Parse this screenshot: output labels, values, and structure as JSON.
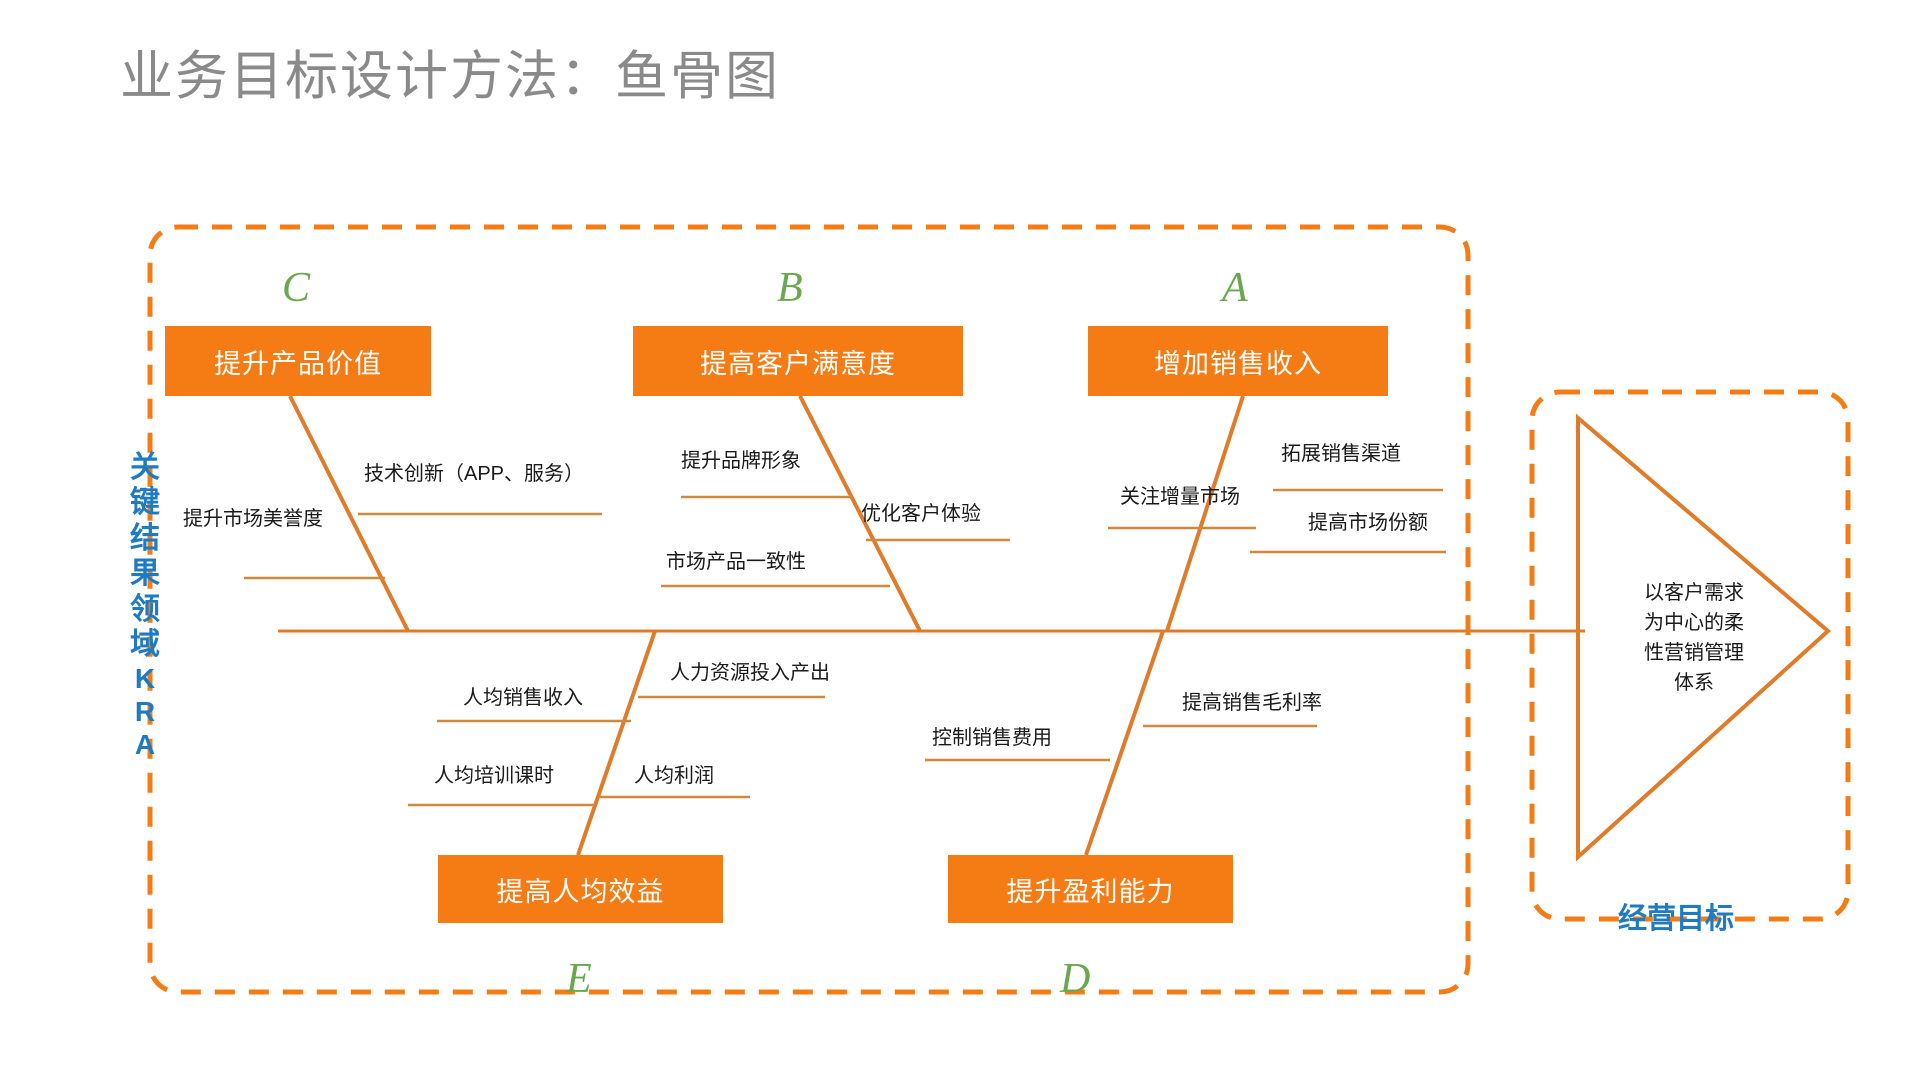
{
  "title": "业务目标设计方法：鱼骨图",
  "colors": {
    "orange": "#f57c14",
    "orange_line": "#e07b2a",
    "thin_line": "#d0883f",
    "green": "#6aa84f",
    "blue": "#1f7bc1",
    "title_gray": "#8a8a8a",
    "text": "#1a1a1a"
  },
  "side_label": {
    "chars": [
      "关",
      "键",
      "结",
      "果",
      "领",
      "域"
    ],
    "letters": [
      "K",
      "R",
      "A"
    ]
  },
  "spine": {
    "head_label": "经营目标",
    "head_text_lines": [
      "以客户需求",
      "为中心的柔",
      "性营销管理",
      "体系"
    ]
  },
  "bones": [
    {
      "id": "C",
      "letter": "C",
      "box_label": "提升产品价值",
      "side": "top",
      "causes": [
        "技术创新（APP、服务）",
        "提升市场美誉度"
      ]
    },
    {
      "id": "B",
      "letter": "B",
      "box_label": "提高客户满意度",
      "side": "top",
      "causes": [
        "提升品牌形象",
        "优化客户体验",
        "市场产品一致性"
      ]
    },
    {
      "id": "A",
      "letter": "A",
      "box_label": "增加销售收入",
      "side": "top",
      "causes": [
        "拓展销售渠道",
        "关注增量市场",
        "提高市场份额"
      ]
    },
    {
      "id": "E",
      "letter": "E",
      "box_label": "提高人均效益",
      "side": "bottom",
      "causes": [
        "人力资源投入产出",
        "人均销售收入",
        "人均培训课时",
        "人均利润"
      ]
    },
    {
      "id": "D",
      "letter": "D",
      "box_label": "提升盈利能力",
      "side": "bottom",
      "causes": [
        "提高销售毛利率",
        "控制销售费用"
      ]
    }
  ],
  "cause_labels": {
    "c_tech": "技术创新（APP、服务）",
    "c_reputation": "提升市场美誉度",
    "b_brand": "提升品牌形象",
    "b_experience": "优化客户体验",
    "b_consistency": "市场产品一致性",
    "a_channel": "拓展销售渠道",
    "a_increment": "关注增量市场",
    "a_share": "提高市场份额",
    "e_hr_output": "人力资源投入产出",
    "e_per_capita_revenue": "人均销售收入",
    "e_training_hours": "人均培训课时",
    "e_per_capita_profit": "人均利润",
    "d_gross_margin": "提高销售毛利率",
    "d_cost_control": "控制销售费用"
  },
  "box_labels": {
    "c": "提升产品价值",
    "b": "提高客户满意度",
    "a": "增加销售收入",
    "e": "提高人均效益",
    "d": "提升盈利能力"
  },
  "letters": {
    "c": "C",
    "b": "B",
    "a": "A",
    "e": "E",
    "d": "D"
  }
}
